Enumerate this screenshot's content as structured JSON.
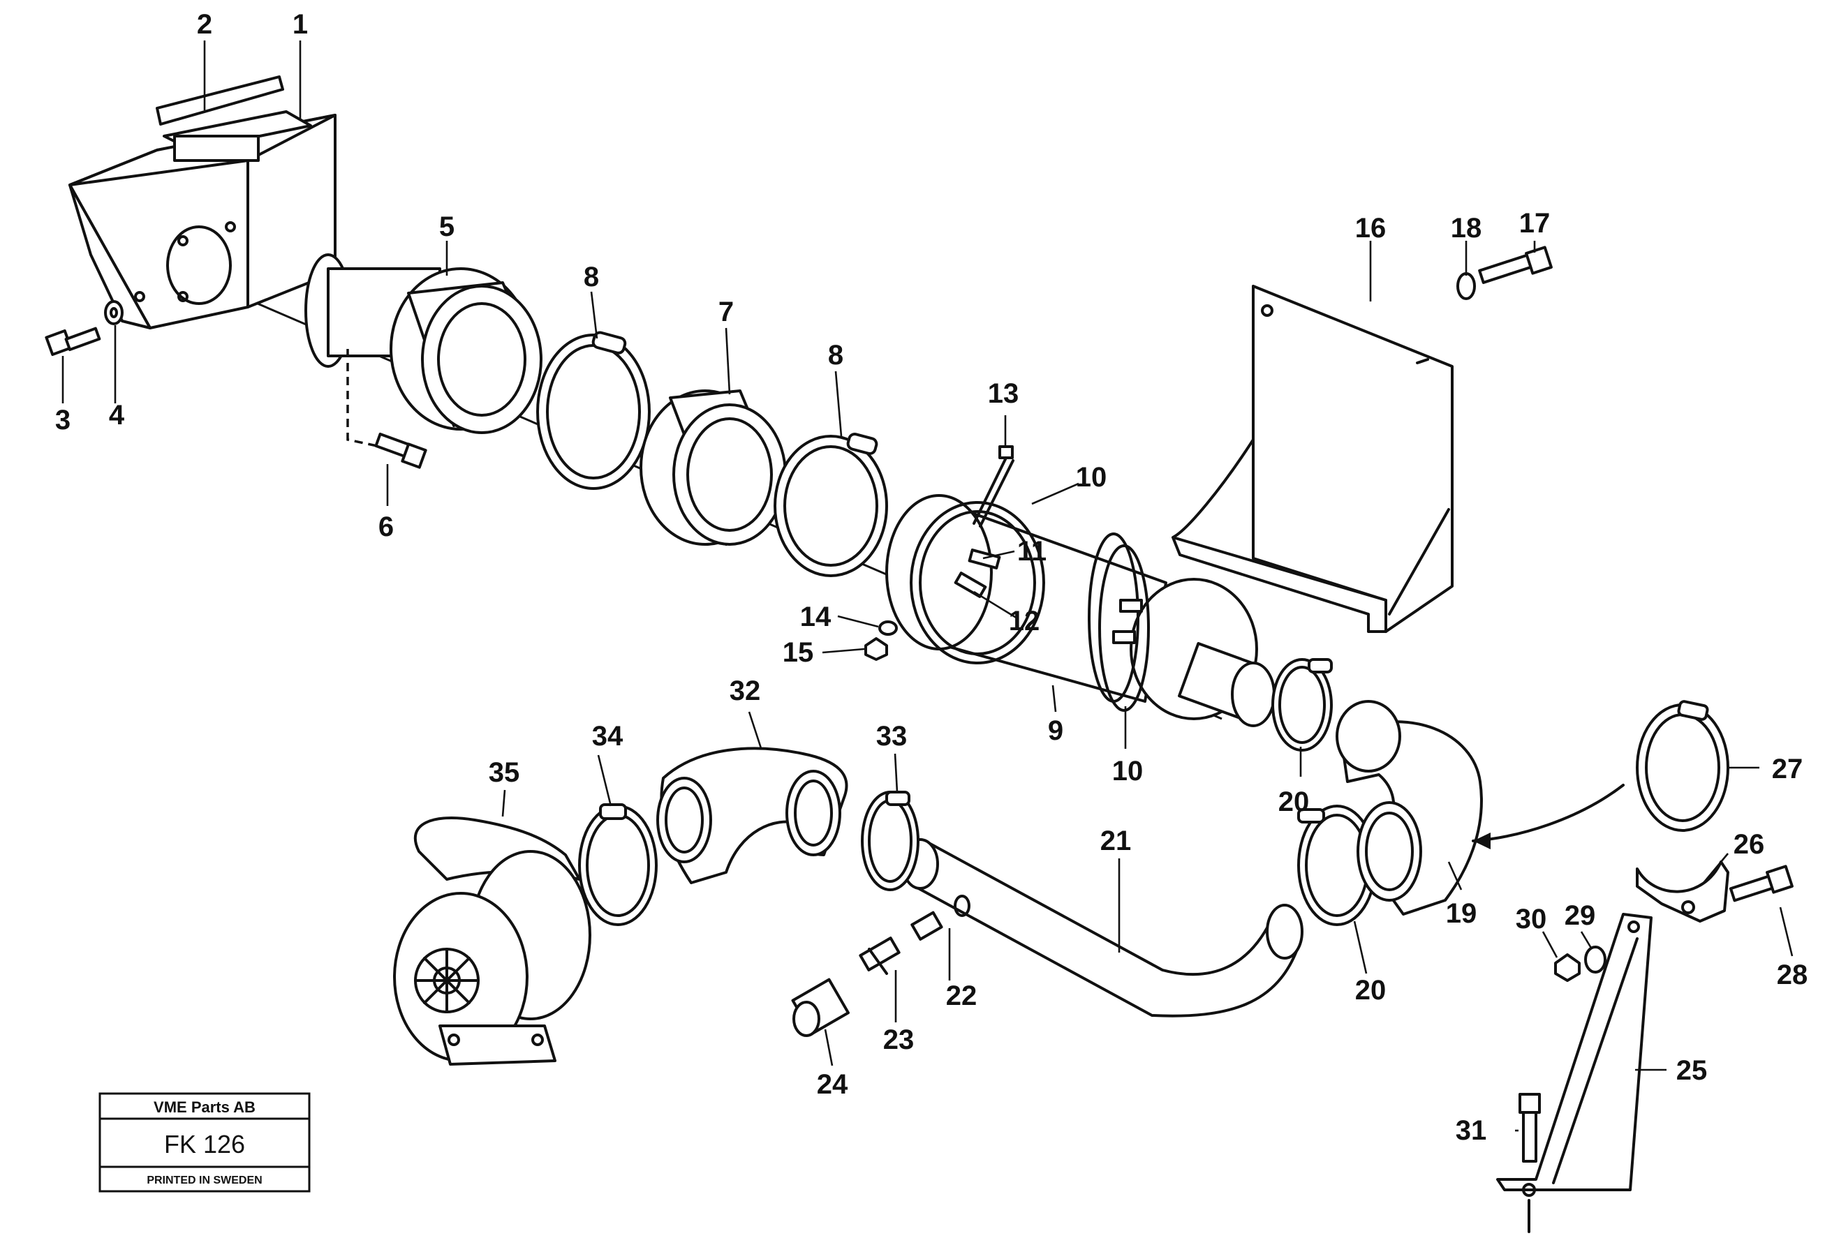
{
  "diagram": {
    "part_labels": [
      {
        "id": "p1",
        "text": "1"
      },
      {
        "id": "p2",
        "text": "2"
      },
      {
        "id": "p3",
        "text": "3"
      },
      {
        "id": "p4",
        "text": "4"
      },
      {
        "id": "p5",
        "text": "5"
      },
      {
        "id": "p6",
        "text": "6"
      },
      {
        "id": "p7",
        "text": "7"
      },
      {
        "id": "p8a",
        "text": "8"
      },
      {
        "id": "p8b",
        "text": "8"
      },
      {
        "id": "p9",
        "text": "9"
      },
      {
        "id": "p10a",
        "text": "10"
      },
      {
        "id": "p10b",
        "text": "10"
      },
      {
        "id": "p11",
        "text": "11"
      },
      {
        "id": "p12",
        "text": "12"
      },
      {
        "id": "p13",
        "text": "13"
      },
      {
        "id": "p14",
        "text": "14"
      },
      {
        "id": "p15",
        "text": "15"
      },
      {
        "id": "p16",
        "text": "16"
      },
      {
        "id": "p17",
        "text": "17"
      },
      {
        "id": "p18",
        "text": "18"
      },
      {
        "id": "p19",
        "text": "19"
      },
      {
        "id": "p20a",
        "text": "20"
      },
      {
        "id": "p20b",
        "text": "20"
      },
      {
        "id": "p21",
        "text": "21"
      },
      {
        "id": "p22",
        "text": "22"
      },
      {
        "id": "p23",
        "text": "23"
      },
      {
        "id": "p24",
        "text": "24"
      },
      {
        "id": "p25",
        "text": "25"
      },
      {
        "id": "p26",
        "text": "26"
      },
      {
        "id": "p27",
        "text": "27"
      },
      {
        "id": "p28",
        "text": "28"
      },
      {
        "id": "p29",
        "text": "29"
      },
      {
        "id": "p30",
        "text": "30"
      },
      {
        "id": "p31",
        "text": "31"
      },
      {
        "id": "p32",
        "text": "32"
      },
      {
        "id": "p33",
        "text": "33"
      },
      {
        "id": "p34",
        "text": "34"
      },
      {
        "id": "p35",
        "text": "35"
      }
    ]
  },
  "stamp": {
    "company": "VME Parts AB",
    "code": "FK 126",
    "printed": "PRINTED IN SWEDEN"
  }
}
